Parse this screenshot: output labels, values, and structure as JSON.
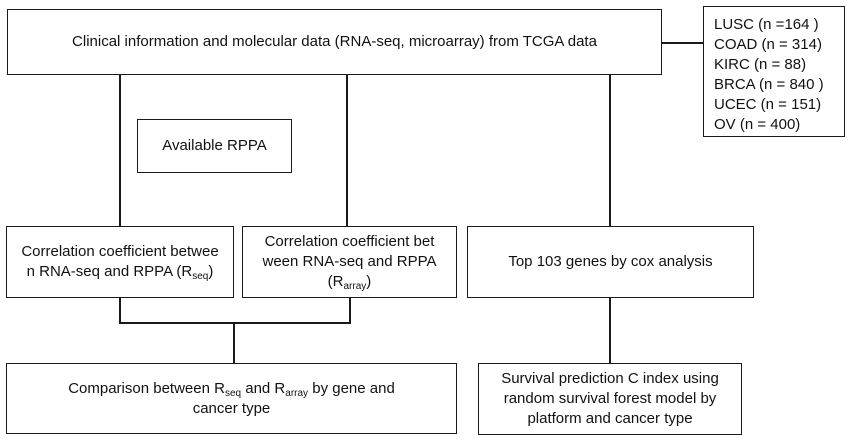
{
  "top_box": "Clinical information and molecular data (RNA-seq, microarray) from TCGA data",
  "cohorts": [
    "LUSC (n =164 )",
    "COAD (n = 314)",
    "KIRC (n = 88)",
    "BRCA (n = 840 )",
    "UCEC (n = 151)",
    "OV (n = 400)"
  ],
  "rppa_box": "Available RPPA",
  "corr_seq_box": {
    "line1": "Correlation coefficient betwee",
    "line2": "n RNA-seq and RPPA (R",
    "sub": "seq",
    "close": ")"
  },
  "corr_array_box": {
    "line1": "Correlation coefficient bet",
    "line2": "ween RNA-seq and RPPA",
    "pre": "(R",
    "sub": "array",
    "close": ")"
  },
  "cox_box": "Top 103 genes by cox analysis",
  "comparison_box": {
    "p1": "Comparison between R",
    "sub1": "seq",
    "p2": " and R",
    "sub2": "array",
    "p3": " by gene and",
    "line2": "cancer type"
  },
  "survival_box": {
    "line1": "Survival prediction C index using",
    "line2": "random survival forest model by",
    "line3": "platform and cancer type"
  }
}
